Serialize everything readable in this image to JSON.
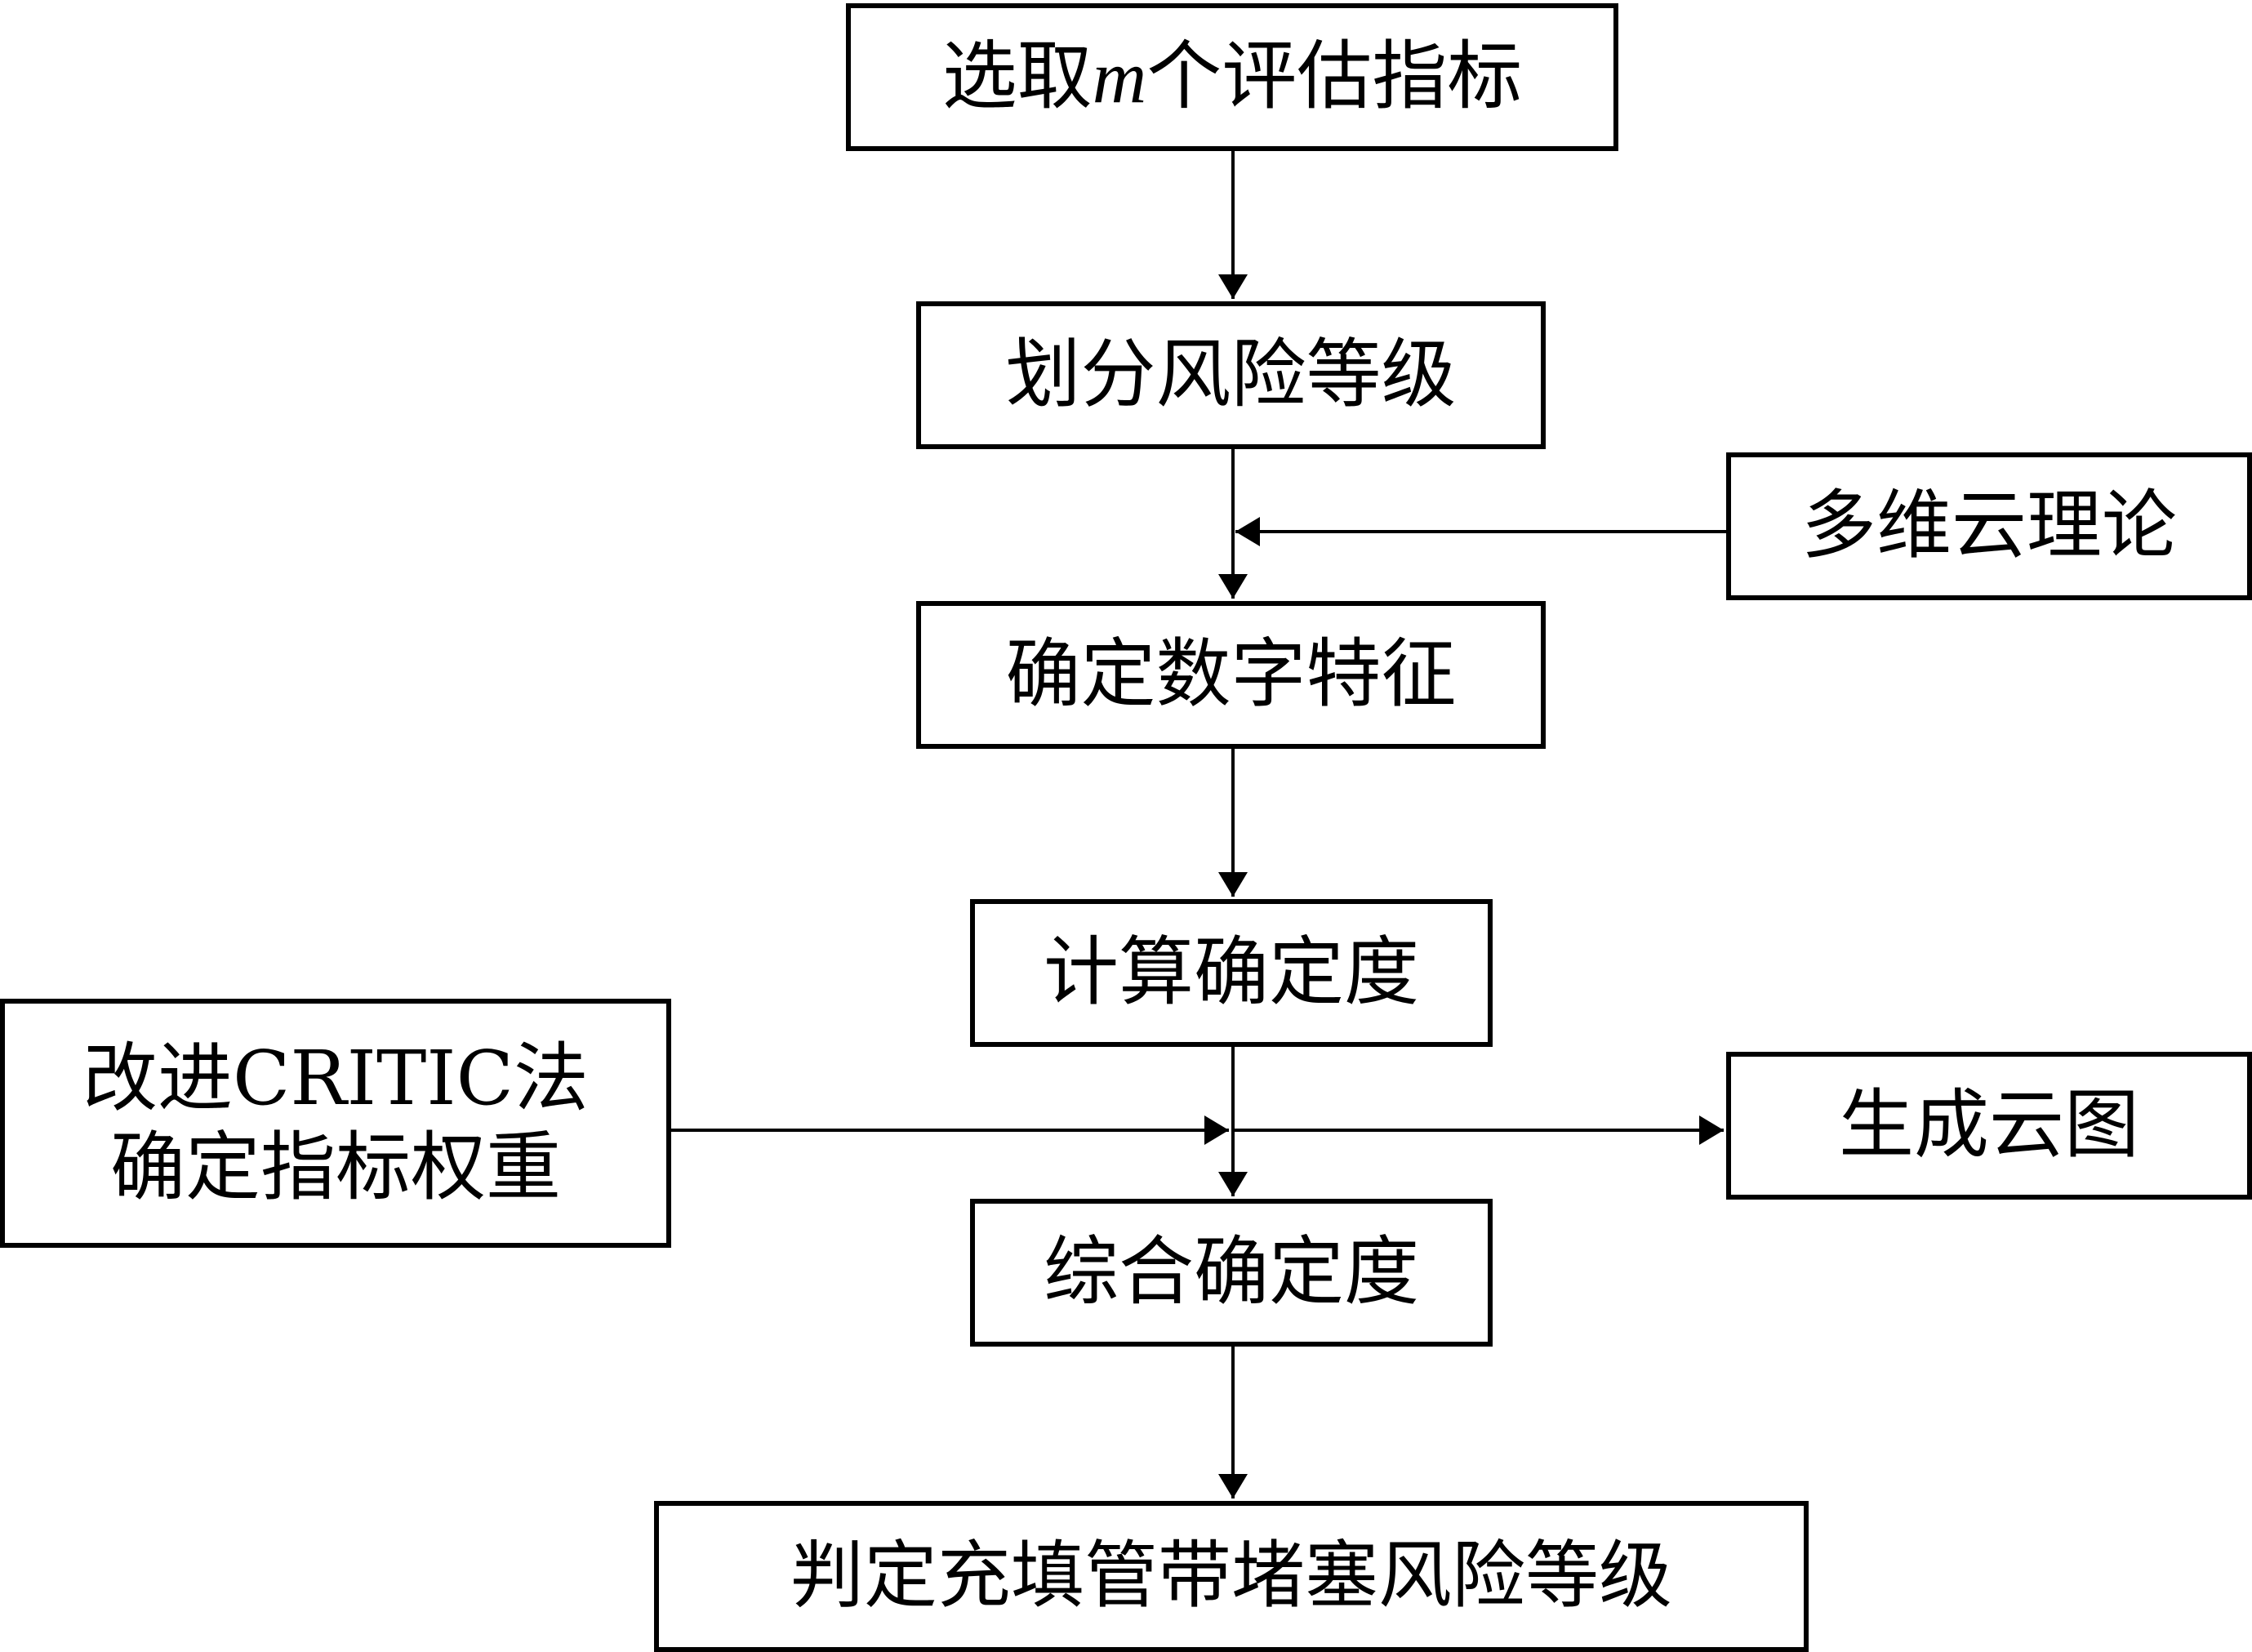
{
  "nodes": {
    "select_indicators": {
      "prefix": "选取",
      "var": "m",
      "suffix": "个评估指标"
    },
    "divide_risk_levels": "划分风险等级",
    "multidim_cloud_theory": "多维云理论",
    "determine_numeric_features": "确定数字特征",
    "compute_certainty": "计算确定度",
    "improved_critic": {
      "line1": "改进CRITIC法",
      "line2": "确定指标权重"
    },
    "generate_cloud_graph": "生成云图",
    "composite_certainty": "综合确定度",
    "judge_blockage_risk": "判定充填管带堵塞风险等级"
  }
}
